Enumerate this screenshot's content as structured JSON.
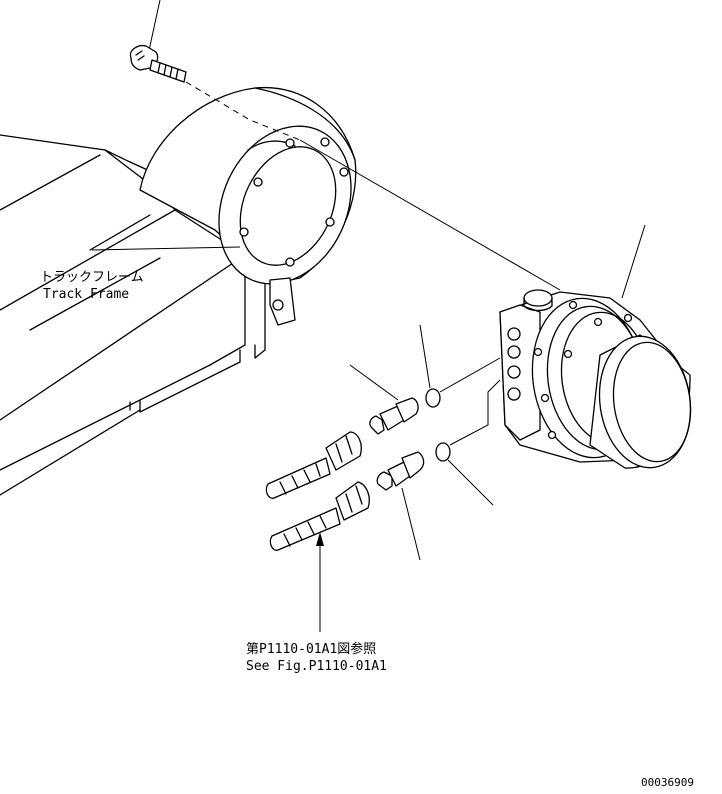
{
  "labels": {
    "track_frame_jp": "トラックフレーム",
    "track_frame_en": "Track Frame",
    "see_fig_jp": "第P1110-01A1図参照",
    "see_fig_en": "See Fig.P1110-01A1",
    "drawing_number": "00036909"
  }
}
